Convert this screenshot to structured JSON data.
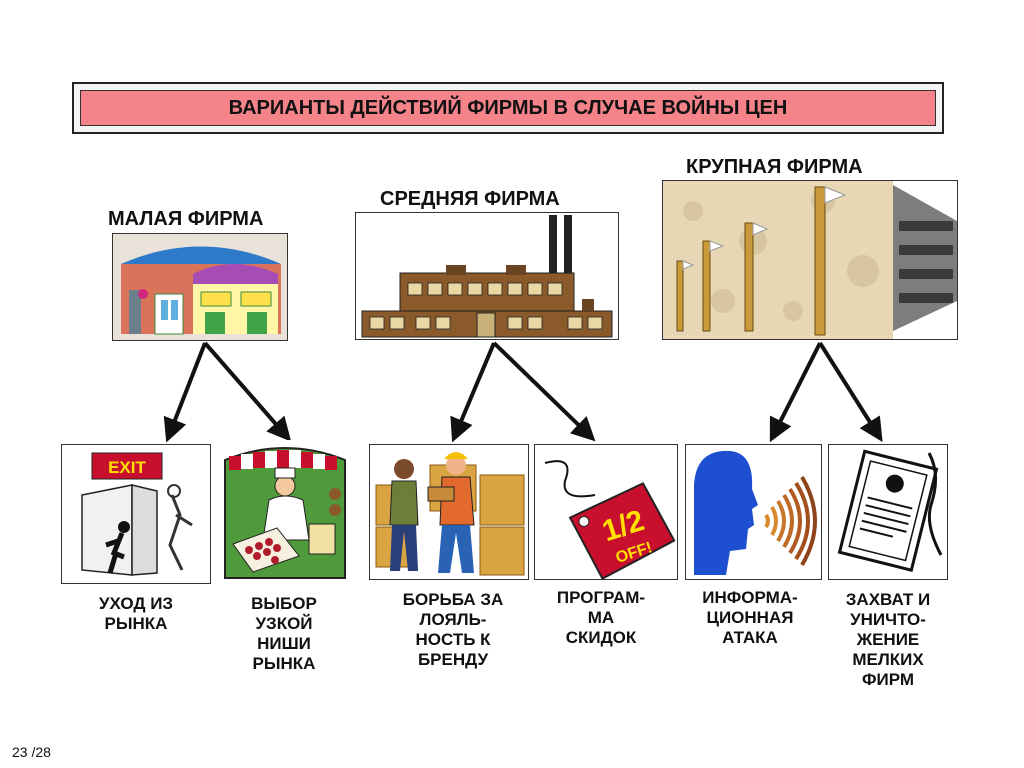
{
  "title": "ВАРИАНТЫ ДЕЙСТВИЙ ФИРМЫ В СЛУЧАЕ ВОЙНЫ ЦЕН",
  "firms": {
    "small": "МАЛАЯ ФИРМА",
    "medium": "СРЕДНЯЯ ФИРМА",
    "large": "КРУПНАЯ ФИРМА"
  },
  "exit_sign": "EXIT",
  "discount_tag": {
    "fraction": "1/2",
    "word": "OFF!"
  },
  "actions": [
    {
      "lines": [
        "УХОД ИЗ",
        "РЫНКА"
      ]
    },
    {
      "lines": [
        "ВЫБОР",
        "УЗКОЙ",
        "НИШИ",
        "РЫНКА"
      ]
    },
    {
      "lines": [
        "БОРЬБА ЗА",
        "ЛОЯЛЬ-",
        "НОСТЬ К",
        "БРЕНДУ"
      ]
    },
    {
      "lines": [
        "ПРОГРАМ-",
        "МА",
        "СКИДОК"
      ]
    },
    {
      "lines": [
        "ИНФОРМА-",
        "ЦИОННАЯ",
        "АТАКА"
      ]
    },
    {
      "lines": [
        "ЗАХВАТ И",
        "УНИЧТО-",
        "ЖЕНИЕ",
        "МЕЛКИХ",
        "ФИРМ"
      ]
    }
  ],
  "page_number": "23 /28"
}
